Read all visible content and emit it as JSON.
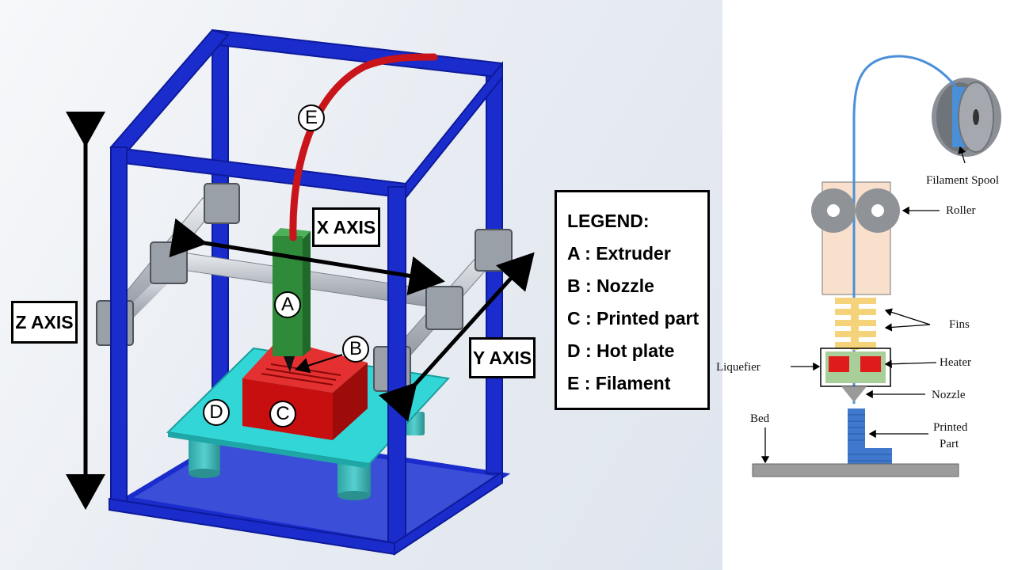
{
  "printer_3d": {
    "z_axis_label": "Z AXIS",
    "x_axis_label": "X AXIS",
    "y_axis_label": "Y AXIS",
    "callouts": {
      "a": "A",
      "b": "B",
      "c": "C",
      "d": "D",
      "e": "E"
    },
    "legend": {
      "title": "LEGEND:",
      "items": [
        "A : Extruder",
        "B : Nozzle",
        "C : Printed part",
        "D : Hot plate",
        "E : Filament"
      ]
    },
    "colors": {
      "frame": "#1a2ccc",
      "filament": "#c8141a",
      "extruder": "#2f8a3a",
      "printed_part": "#c80f0f",
      "hot_plate": "#33d6d6",
      "rods": "#b9bec6"
    }
  },
  "fdm_schematic": {
    "labels": {
      "filament_spool": "Filament Spool",
      "roller": "Roller",
      "fins": "Fins",
      "liquefier": "Liquefier",
      "heater": "Heater",
      "nozzle": "Nozzle",
      "bed": "Bed",
      "printed_part_line1": "Printed",
      "printed_part_line2": "Part"
    },
    "colors": {
      "filament": "#4a90d9",
      "heat_block": "#f9e0cc",
      "fins": "#f5d37a",
      "heater": "#e01b1b",
      "liquefier": "#a8cf9a",
      "printed_part": "#3f78cc",
      "bed": "#9b9b9b"
    }
  }
}
